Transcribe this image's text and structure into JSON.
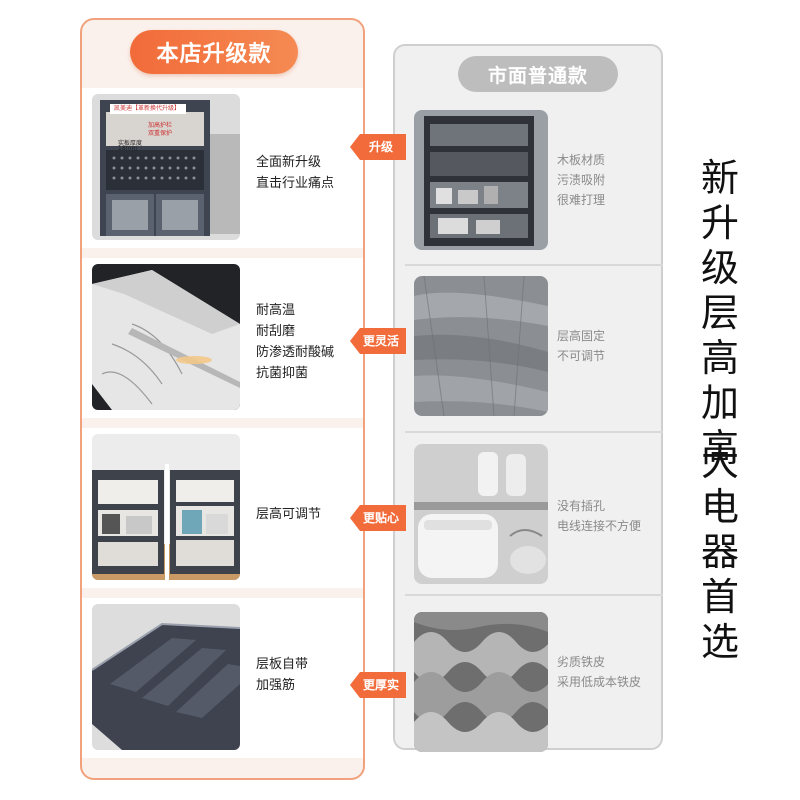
{
  "left": {
    "badge": "本店升级款",
    "rows": [
      {
        "lines": [
          "全面新升级",
          "直击行业痛点"
        ],
        "image_overlay": [
          "凯美迪【革新换代升级】",
          "加高护栏",
          "双重保护",
          "实板厚度",
          "18mm"
        ]
      },
      {
        "lines": [
          "耐高温",
          "耐刮磨",
          "防渗透耐酸碱",
          "抗菌抑菌"
        ]
      },
      {
        "lines": [
          "层高可调节"
        ]
      },
      {
        "lines": [
          "层板自带",
          "加强筋"
        ]
      }
    ]
  },
  "arrows": [
    "升级",
    "更灵活",
    "更贴心",
    "更厚实"
  ],
  "right": {
    "badge": "市面普通款",
    "rows": [
      {
        "lines": [
          "木板材质",
          "污渍吸附",
          "很难打理"
        ]
      },
      {
        "lines": [
          "层高固定",
          "不可调节"
        ]
      },
      {
        "lines": [
          "没有插孔",
          "电线连接不方便"
        ]
      },
      {
        "lines": [
          "劣质铁皮",
          "采用低成本铁皮"
        ]
      }
    ]
  },
  "side_title": {
    "line1": [
      "新",
      "升",
      "级",
      "层",
      "高",
      "加",
      "高"
    ],
    "line2": [
      "大",
      "电",
      "器",
      "首",
      "选"
    ]
  },
  "colors": {
    "accent": "#f26b3a",
    "left_border": "#f1a27c",
    "right_badge": "#bdbdbd"
  }
}
